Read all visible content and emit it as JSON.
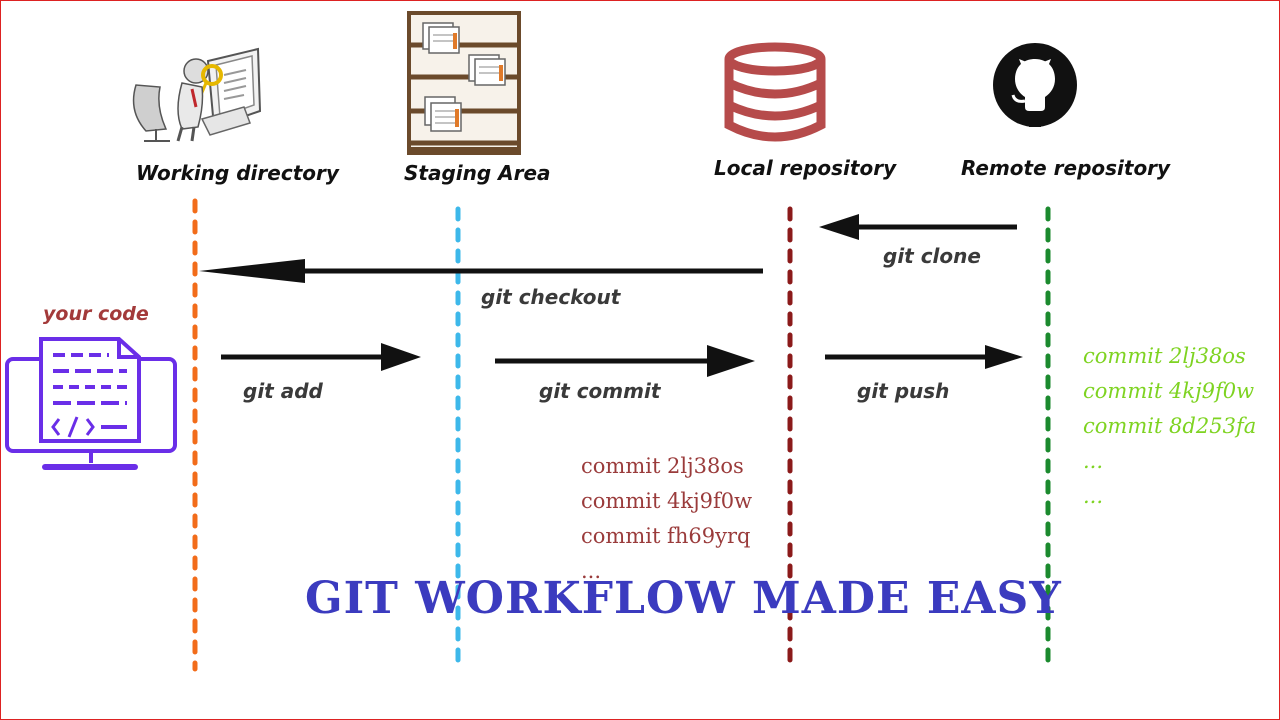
{
  "columns": [
    {
      "id": "working",
      "title": "Working directory",
      "color": "#f26c1a"
    },
    {
      "id": "staging",
      "title": "Staging Area",
      "color": "#3db8ea"
    },
    {
      "id": "local",
      "title": "Local repository",
      "color": "#8b1a1a"
    },
    {
      "id": "remote",
      "title": "Remote repository",
      "color": "#1b8a2e"
    }
  ],
  "arrows": {
    "git_clone": "git clone",
    "git_checkout": "git checkout",
    "git_add": "git add",
    "git_commit": "git commit",
    "git_push": "git push"
  },
  "your_code_label": "your code",
  "local_commits": [
    "commit 2lj38os",
    "commit 4kj9f0w",
    "commit fh69yrq",
    "..."
  ],
  "remote_commits": [
    "commit 2lj38os",
    "commit 4kj9f0w",
    "commit 8d253fa",
    "...",
    "..."
  ],
  "banner": "GIT WORKFLOW MADE EASY",
  "icons": {
    "working": "person-at-computer-icon",
    "staging": "document-shelf-icon",
    "local": "database-icon",
    "remote": "github-icon",
    "code": "code-file-monitor-icon"
  },
  "colors": {
    "code_icon": "#6a2ee8",
    "database": "#b64b4b",
    "shelf": "#6b4a2b"
  }
}
